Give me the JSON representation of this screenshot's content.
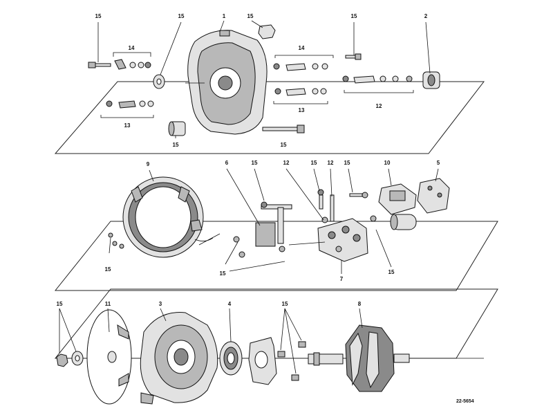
{
  "figure_code": "22-5654",
  "callouts": {
    "rear_housing": "1",
    "rear_bushing": "2",
    "front_housing": "3",
    "bearing": "4",
    "brush_holder": "5",
    "terminal_stud": "6",
    "rectifier": "7",
    "rotor": "8",
    "stator": "9",
    "regulator": "10",
    "fan": "11",
    "insulator_upper": "12",
    "insulator_lower": "13",
    "insulator_kit": "14",
    "fastener": "15"
  }
}
